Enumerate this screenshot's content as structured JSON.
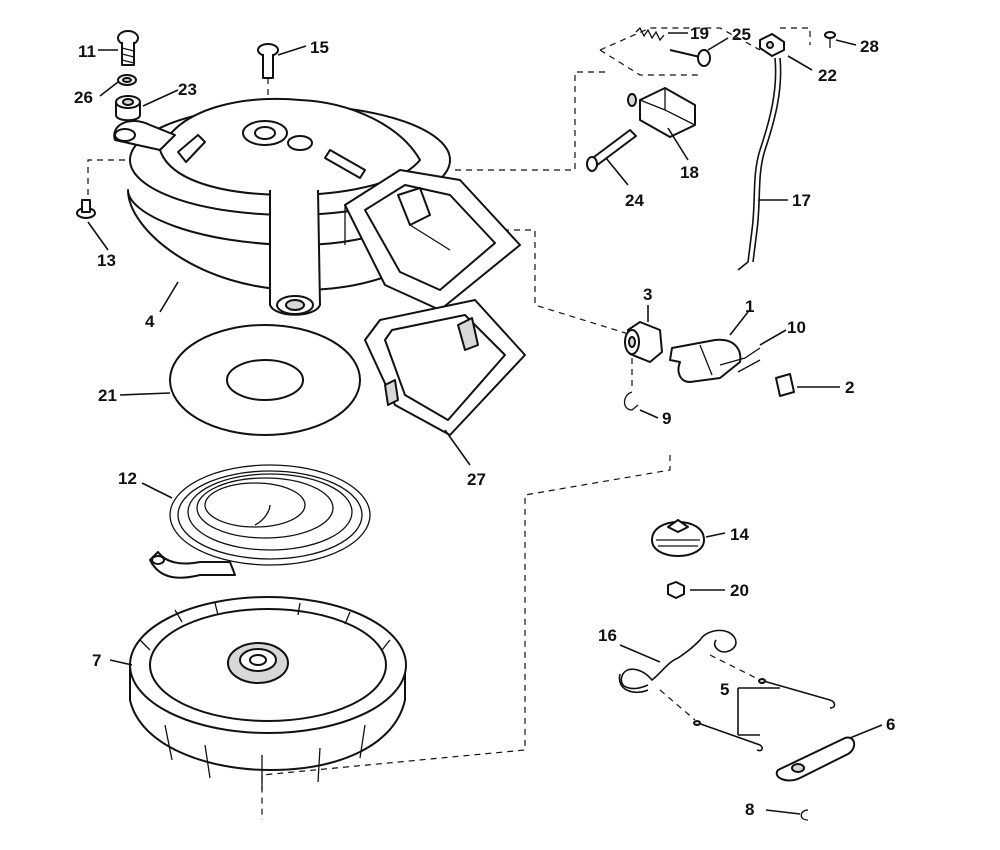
{
  "diagram": {
    "labels": [
      {
        "id": "label-11",
        "text": "11"
      },
      {
        "id": "label-15",
        "text": "15"
      },
      {
        "id": "label-26",
        "text": "26"
      },
      {
        "id": "label-23",
        "text": "23"
      },
      {
        "id": "label-13",
        "text": "13"
      },
      {
        "id": "label-4",
        "text": "4"
      },
      {
        "id": "label-19",
        "text": "19"
      },
      {
        "id": "label-25",
        "text": "25"
      },
      {
        "id": "label-28",
        "text": "28"
      },
      {
        "id": "label-22",
        "text": "22"
      },
      {
        "id": "label-18",
        "text": "18"
      },
      {
        "id": "label-24",
        "text": "24"
      },
      {
        "id": "label-17",
        "text": "17"
      },
      {
        "id": "label-3",
        "text": "3"
      },
      {
        "id": "label-1",
        "text": "1"
      },
      {
        "id": "label-10",
        "text": "10"
      },
      {
        "id": "label-2",
        "text": "2"
      },
      {
        "id": "label-9",
        "text": "9"
      },
      {
        "id": "label-21",
        "text": "21"
      },
      {
        "id": "label-27",
        "text": "27"
      },
      {
        "id": "label-12",
        "text": "12"
      },
      {
        "id": "label-14",
        "text": "14"
      },
      {
        "id": "label-20",
        "text": "20"
      },
      {
        "id": "label-7",
        "text": "7"
      },
      {
        "id": "label-16",
        "text": "16"
      },
      {
        "id": "label-5",
        "text": "5"
      },
      {
        "id": "label-6",
        "text": "6"
      },
      {
        "id": "label-8",
        "text": "8"
      }
    ]
  }
}
